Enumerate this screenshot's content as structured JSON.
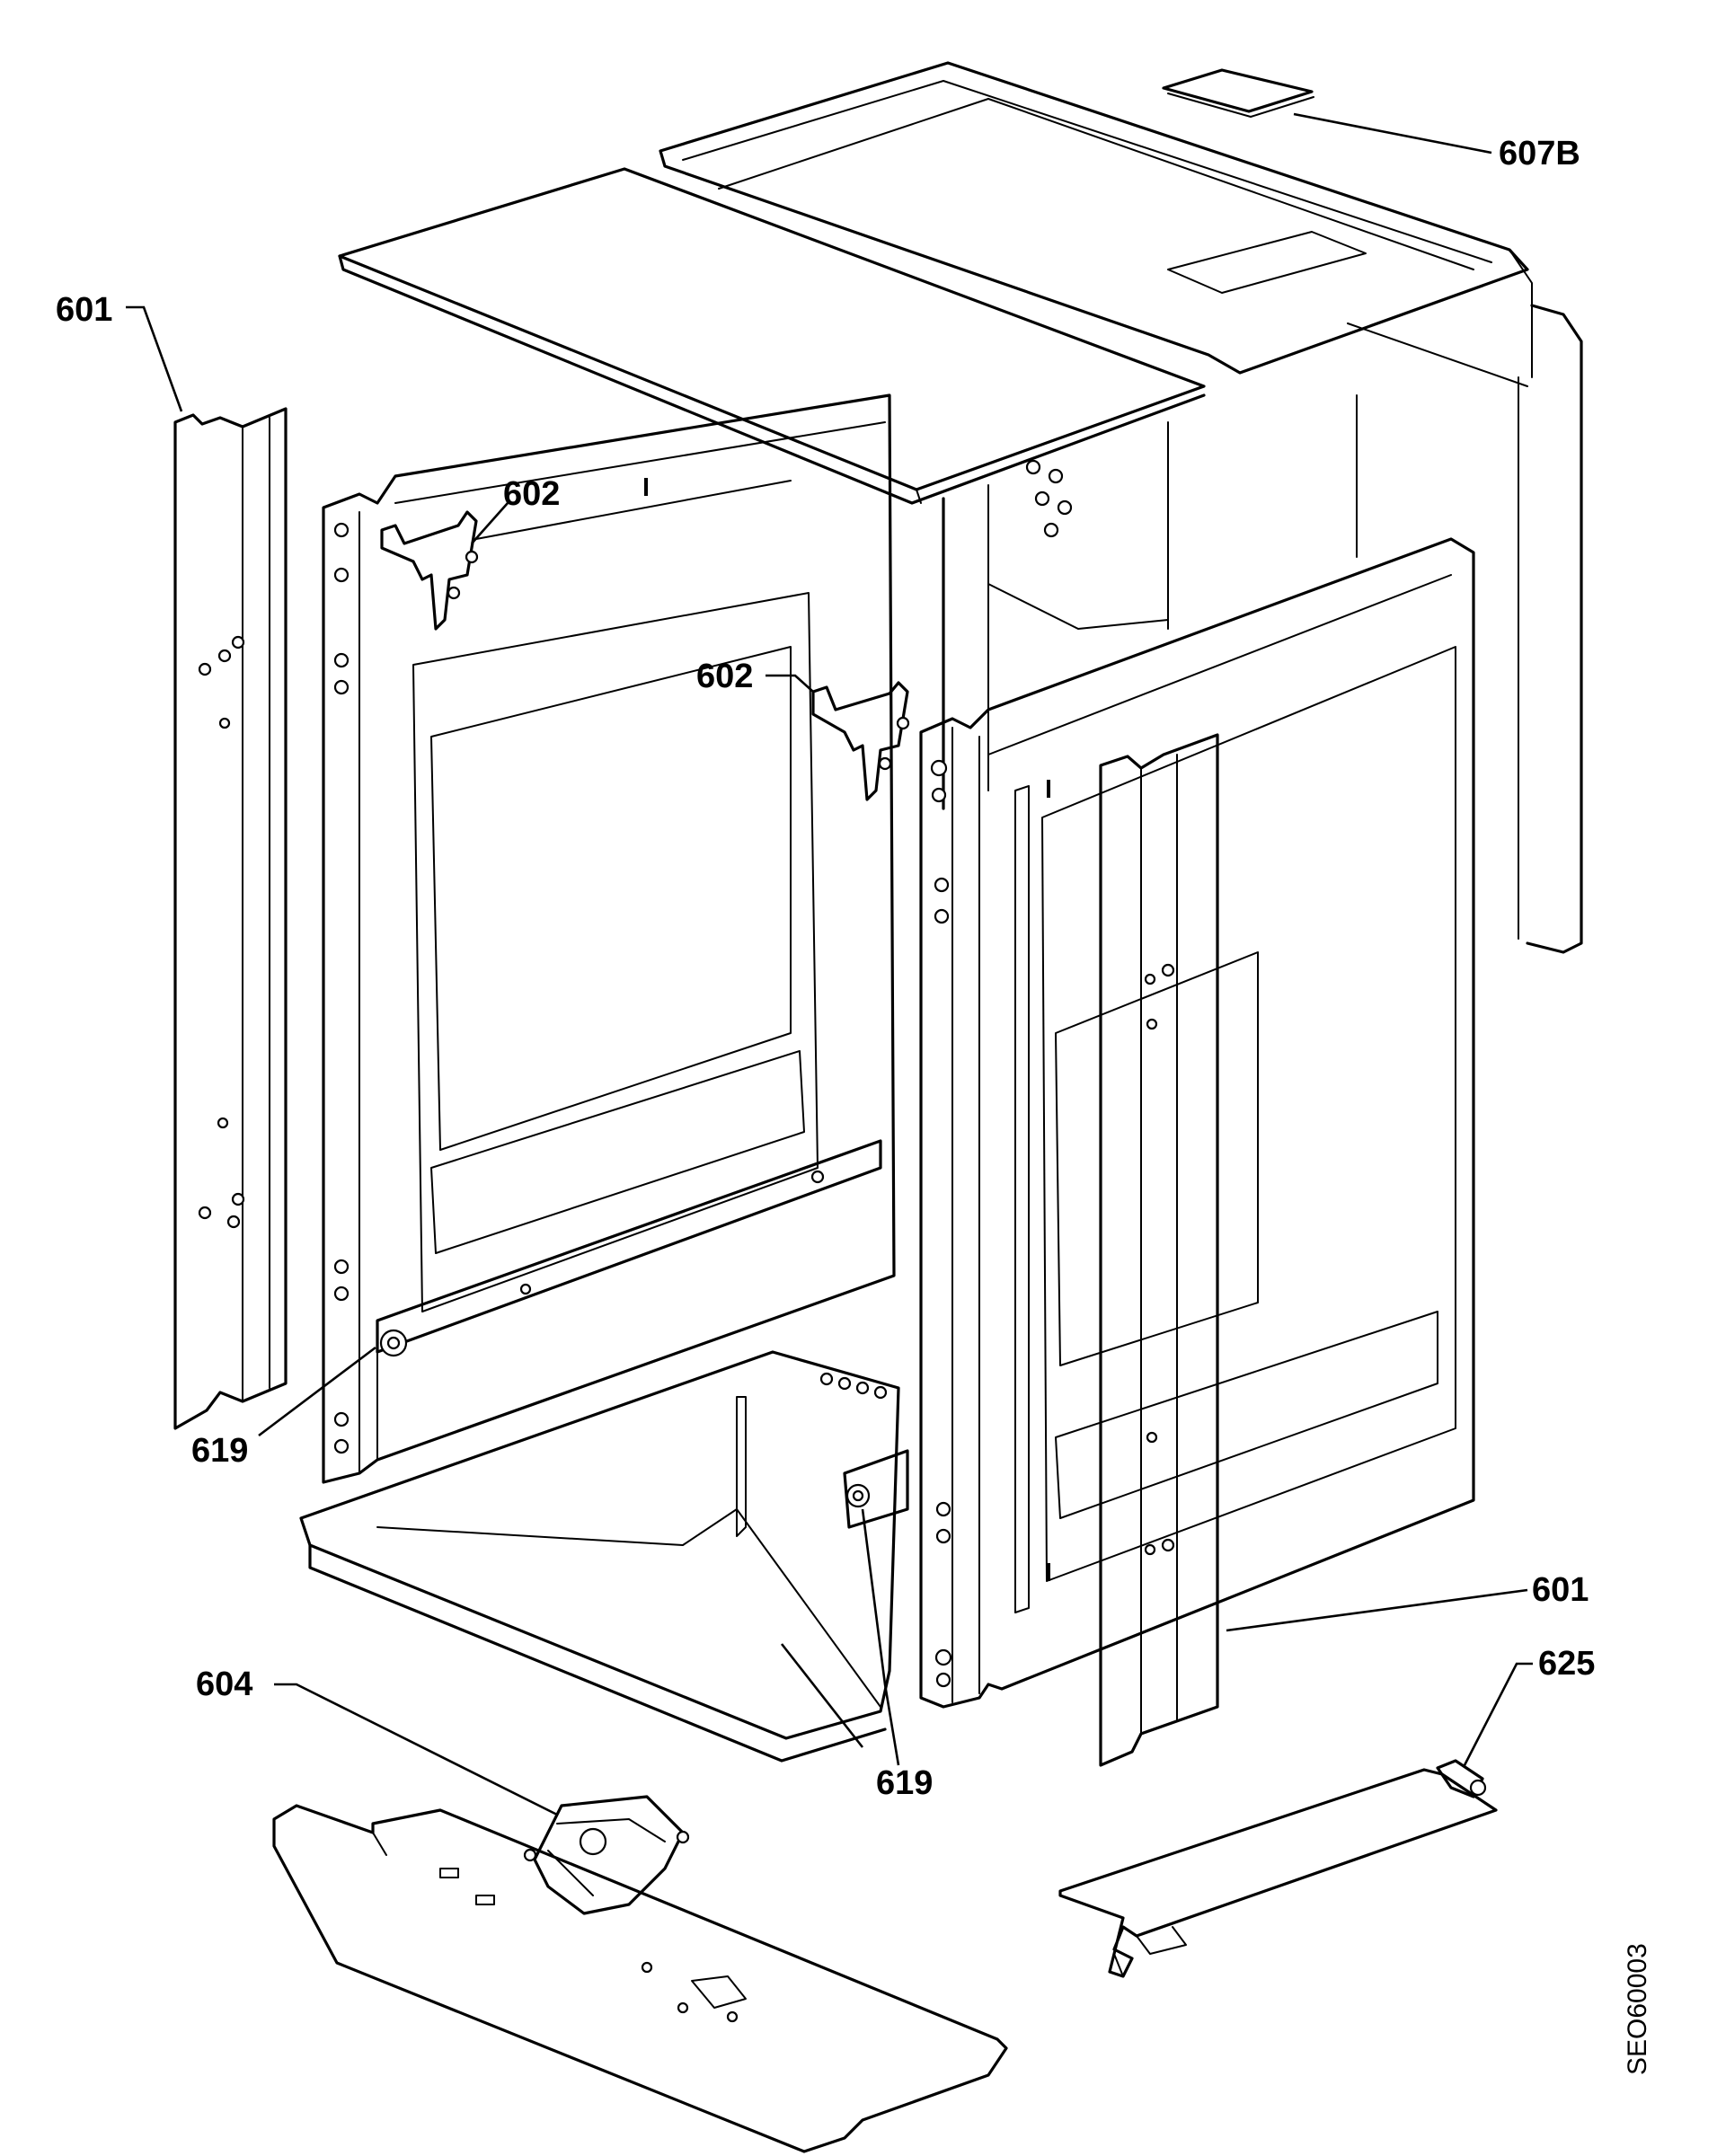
{
  "callouts": {
    "c601_left": "601",
    "c607B": "607B",
    "c602_upper": "602",
    "c602_lower": "602",
    "c619_left": "619",
    "c601_right": "601",
    "c625": "625",
    "c604": "604",
    "c619_bottom": "619"
  },
  "drawing_code": "SEO60003"
}
